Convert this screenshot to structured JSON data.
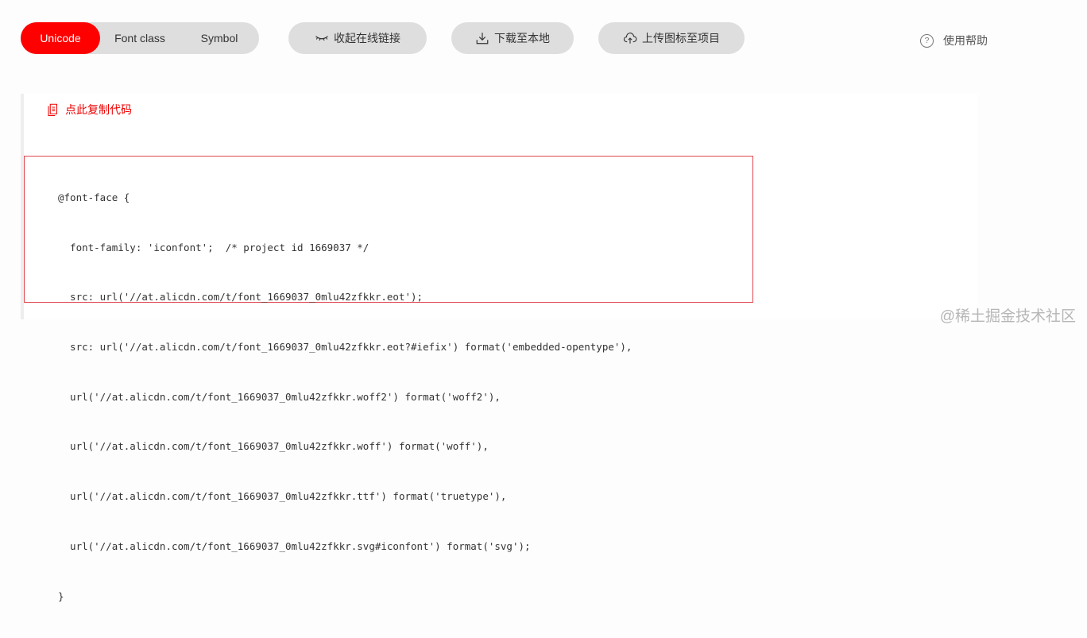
{
  "tabs": [
    {
      "label": "Unicode",
      "active": true
    },
    {
      "label": "Font class",
      "active": false
    },
    {
      "label": "Symbol",
      "active": false
    }
  ],
  "actions": {
    "collapse": "收起在线链接",
    "download": "下载至本地",
    "upload": "上传图标至项目"
  },
  "help": {
    "label": "使用帮助"
  },
  "copy": {
    "label": "点此复制代码"
  },
  "code": {
    "lines": [
      "@font-face {",
      "  font-family: 'iconfont';  /* project id 1669037 */",
      "  src: url('//at.alicdn.com/t/font_1669037_0mlu42zfkkr.eot');",
      "  src: url('//at.alicdn.com/t/font_1669037_0mlu42zfkkr.eot?#iefix') format('embedded-opentype'),",
      "  url('//at.alicdn.com/t/font_1669037_0mlu42zfkkr.woff2') format('woff2'),",
      "  url('//at.alicdn.com/t/font_1669037_0mlu42zfkkr.woff') format('woff'),",
      "  url('//at.alicdn.com/t/font_1669037_0mlu42zfkkr.ttf') format('truetype'),",
      "  url('//at.alicdn.com/t/font_1669037_0mlu42zfkkr.svg#iconfont') format('svg');",
      "}"
    ]
  },
  "watermark": "@稀土掘金技术社区",
  "colors": {
    "accent": "#fe0000",
    "button_bg": "#dedede",
    "code_border": "#e0474f"
  }
}
